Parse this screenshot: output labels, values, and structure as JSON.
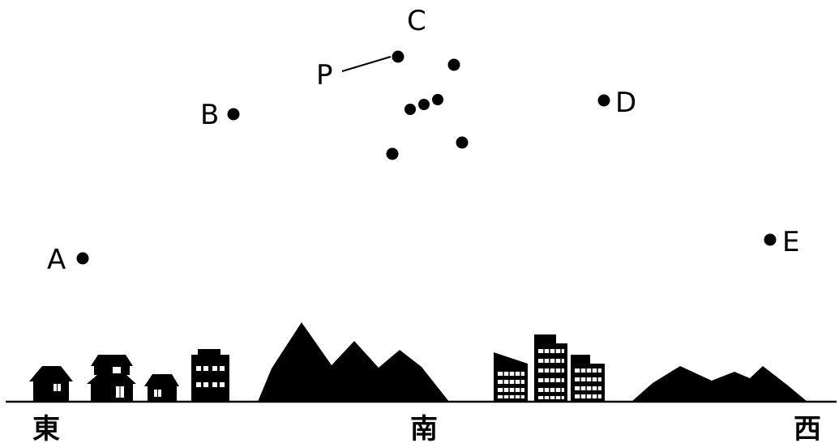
{
  "stars": {
    "labels": {
      "A": "A",
      "B": "B",
      "C": "C",
      "D": "D",
      "E": "E",
      "P": "P"
    }
  },
  "directions": {
    "east": "東",
    "south": "南",
    "west": "西"
  },
  "colors": {
    "ink": "#000000",
    "background": "#ffffff"
  }
}
